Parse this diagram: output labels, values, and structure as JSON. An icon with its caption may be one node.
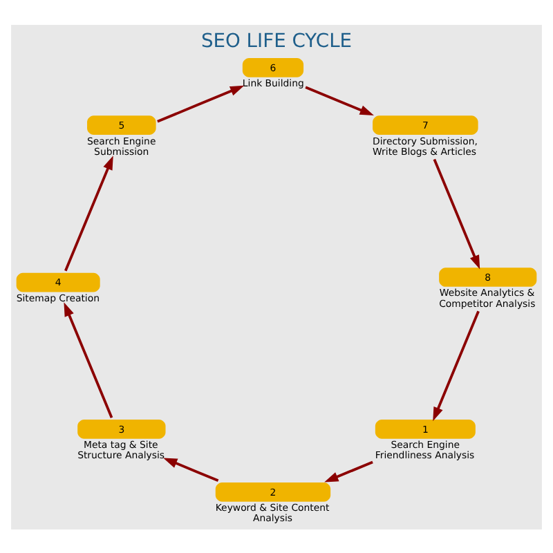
{
  "diagram": {
    "title": "SEO LIFE CYCLE",
    "nodes": [
      {
        "text": [
          "1"
        ],
        "beside": [
          "Search Engine Friendliness Analysis"
        ]
      },
      {
        "text": [
          "2"
        ],
        "beside": [
          "Keyword & Site Content Analysis"
        ]
      },
      {
        "text": [
          "3"
        ],
        "beside": [
          "Meta tag & Site Structure Analysis"
        ]
      },
      {
        "text": [
          "4"
        ],
        "beside": [
          "Sitemap Creation"
        ]
      },
      {
        "text": [
          "5"
        ],
        "beside": [
          "Search Engine Submission"
        ]
      },
      {
        "text": [
          "6"
        ],
        "beside": [
          "Link Building"
        ]
      },
      {
        "text": [
          "7"
        ],
        "beside": [
          "Directory Submission, Write Blogs & Articles"
        ]
      },
      {
        "text": [
          "8"
        ],
        "beside": [
          "Website Analytics & Competitor Analysis"
        ]
      }
    ],
    "edges": [
      {
        "from": 0,
        "to": 1,
        "arrow": "to"
      },
      {
        "from": 1,
        "to": 2,
        "arrow": "to"
      },
      {
        "from": 2,
        "to": 3,
        "arrow": "to"
      },
      {
        "from": 3,
        "to": 4,
        "arrow": "to"
      },
      {
        "from": 4,
        "to": 5,
        "arrow": "to"
      },
      {
        "from": 5,
        "to": 6,
        "arrow": "to"
      },
      {
        "from": 6,
        "to": 7,
        "arrow": "to"
      },
      {
        "from": 7,
        "to": 0,
        "arrow": "to"
      }
    ]
  }
}
